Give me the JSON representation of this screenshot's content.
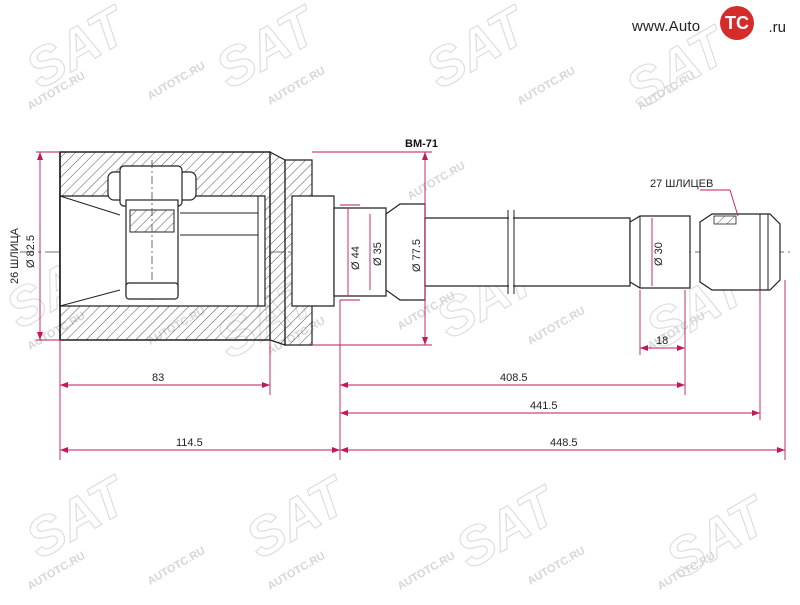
{
  "part_number": "BM-71",
  "brand": {
    "prefix": "www.Auto",
    "badge": "TC",
    "suffix": ".ru"
  },
  "watermark": {
    "site": "AUTOTC.RU",
    "logo": "SAT"
  },
  "spline_labels": {
    "inner": "26 ШЛИЦА",
    "outer": "27 ШЛИЦЕВ"
  },
  "diameters": {
    "housing": "Ø 82.5",
    "boot_seat": "Ø 44",
    "neck": "Ø 35",
    "flange": "Ø 77.5",
    "shaft_end": "Ø 30"
  },
  "lengths": {
    "housing_depth": "83",
    "spline_length": "18",
    "shaft_length": "408.5",
    "length_to_flange": "441.5",
    "overall_housing": "114.5",
    "overall_total": "448.5"
  },
  "colors": {
    "outline": "#222222",
    "dimension": "#c2185b",
    "centerline": "#444444",
    "hatch": "#555555",
    "watermark": "#d6d6d6",
    "badge": "#d62b2b"
  }
}
